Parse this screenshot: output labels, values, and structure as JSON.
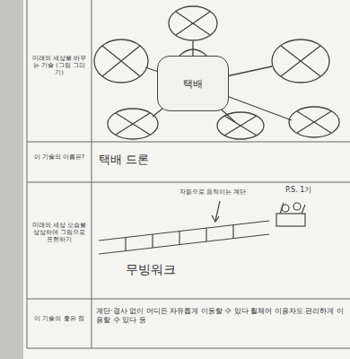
{
  "diagram": {
    "nodes": [
      {
        "text": [
          "택배"
        ]
      }
    ],
    "labels": [
      "미래의 세상을 바꾸는 기술 (그림 그리기)",
      "이 기술의 이름은?",
      "택배 드론",
      "미래의 세상 모습을 상상하여 그림으로 표현하기",
      "자동으로 움직이는 계단",
      "P.S. 1기",
      "무빙워크",
      "이 기술의 좋은 점",
      "계단·경사 없이 어디든 자유롭게 이동할 수 있다 휠체어 이용자도 편리하게 이용할 수 있다 등"
    ]
  }
}
